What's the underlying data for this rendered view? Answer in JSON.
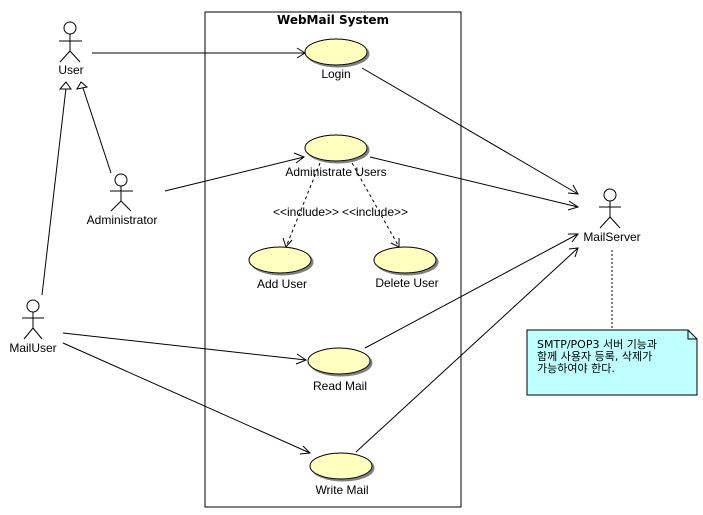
{
  "diagram": {
    "type": "uml-use-case",
    "system_boundary": {
      "title": "WebMail System"
    },
    "actors": [
      {
        "id": "user",
        "label": "User"
      },
      {
        "id": "administrator",
        "label": "Administrator"
      },
      {
        "id": "mailuser",
        "label": "MailUser"
      },
      {
        "id": "mailserver",
        "label": "MailServer"
      }
    ],
    "use_cases": [
      {
        "id": "login",
        "label": "Login"
      },
      {
        "id": "administrate_users",
        "label": "Administrate Users"
      },
      {
        "id": "add_user",
        "label": "Add User"
      },
      {
        "id": "delete_user",
        "label": "Delete User"
      },
      {
        "id": "read_mail",
        "label": "Read Mail"
      },
      {
        "id": "write_mail",
        "label": "Write Mail"
      }
    ],
    "relationships": [
      {
        "type": "generalization",
        "from": "administrator",
        "to": "user"
      },
      {
        "type": "generalization",
        "from": "mailuser",
        "to": "user"
      },
      {
        "type": "association",
        "from": "user",
        "to": "login"
      },
      {
        "type": "association",
        "from": "administrator",
        "to": "administrate_users"
      },
      {
        "type": "association",
        "from": "mailuser",
        "to": "read_mail"
      },
      {
        "type": "association",
        "from": "mailuser",
        "to": "write_mail"
      },
      {
        "type": "association",
        "from": "login",
        "to": "mailserver"
      },
      {
        "type": "association",
        "from": "administrate_users",
        "to": "mailserver"
      },
      {
        "type": "association",
        "from": "read_mail",
        "to": "mailserver"
      },
      {
        "type": "association",
        "from": "write_mail",
        "to": "mailserver"
      },
      {
        "type": "include",
        "from": "administrate_users",
        "to": "add_user",
        "label": "<<include>>"
      },
      {
        "type": "include",
        "from": "administrate_users",
        "to": "delete_user",
        "label": "<<include>>"
      }
    ],
    "note": {
      "attached_to": "mailserver",
      "lines": [
        "SMTP/POP3 서버 기능과",
        "함께 사용자 등록, 삭제가",
        "가능하여야 한다."
      ]
    },
    "colors": {
      "use_case_fill": "#ffffc0",
      "note_fill": "#c0ffff",
      "line": "#000000"
    }
  }
}
